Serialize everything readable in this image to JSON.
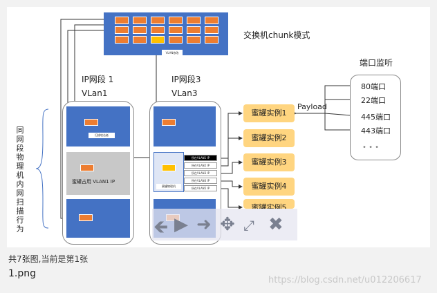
{
  "switch": {
    "title": "交换机chunk模式",
    "vlan_tag": "VLAN修改"
  },
  "segments": [
    {
      "ip_label": "IP网段 1",
      "vlan_label": "VLan1"
    },
    {
      "ip_label": "IP网段3",
      "vlan_label": "VLan3"
    }
  ],
  "side_label": "同网段物理机内网扫描行为",
  "vlan1": {
    "scanner_label": "扫描攻击者",
    "honeypot_label": "蜜罐占用 VLAN1 IP"
  },
  "vlan3": {
    "honeypot_label": "蜜罐物理机",
    "ip_items": [
      "所在VLAN1 IP",
      "所在VLAN2 IP",
      "所在VLAN3 IP",
      "所在VLAN4 IP",
      "所在VLAN5 IP"
    ]
  },
  "instances": [
    "蜜罐实例1",
    "蜜罐实例2",
    "蜜罐实例3",
    "蜜罐实例4",
    "蜜罐实例5"
  ],
  "payload_label": "Payload",
  "ports": {
    "title": "端口监听",
    "items": [
      "80端口",
      "22端口",
      "445端口",
      "443端口"
    ],
    "more": "• • •"
  },
  "viewer": {
    "counter": "共7张图,当前是第1张",
    "filename": "1.png",
    "watermark": "https://blog.csdn.net/u012206617"
  },
  "toolbar_icons": [
    "arrow-left-icon",
    "play-icon",
    "arrow-right-icon",
    "move-icon",
    "resize-icon",
    "close-icon"
  ]
}
